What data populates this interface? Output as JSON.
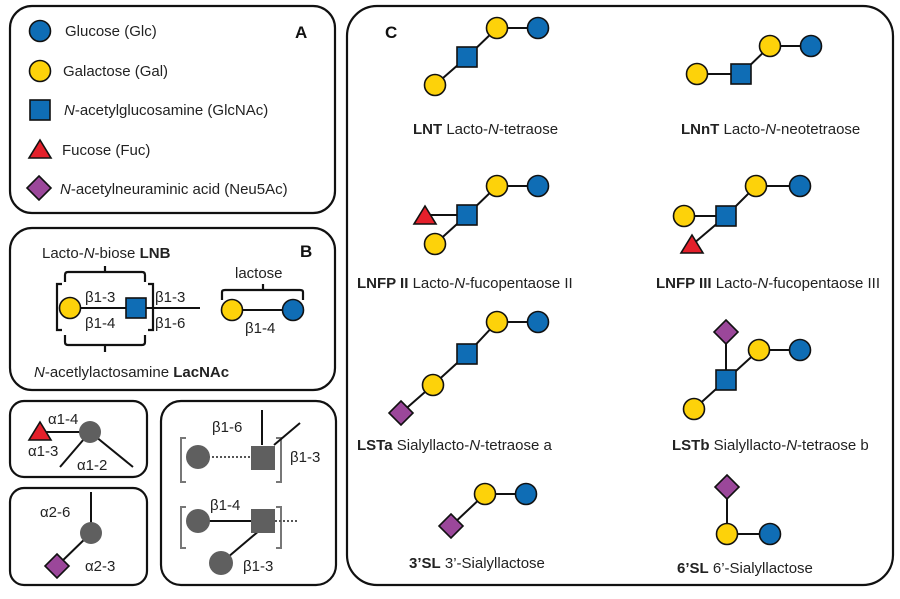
{
  "colors": {
    "glucose": "#0f6db5",
    "galactose": "#fdd20a",
    "glcnac": "#0f6db5",
    "fucose": "#e4202b",
    "neu5ac": "#9b479a",
    "generic": "#5f5f5f"
  },
  "panelA": {
    "letter": "A",
    "legend": [
      {
        "symbol": "blue-circle-icon",
        "text": "Glucose (Glc)"
      },
      {
        "symbol": "yellow-circle-icon",
        "text": "Galactose (Gal)"
      },
      {
        "symbol": "blue-square-icon",
        "prefix": "N",
        "text": "-acetylglucosamine (GlcNAc)"
      },
      {
        "symbol": "red-triangle-icon",
        "text": "Fucose (Fuc)"
      },
      {
        "symbol": "purple-diamond-icon",
        "prefix": "N",
        "text": "-acetylneuraminic acid (Neu5Ac)"
      }
    ]
  },
  "panelB": {
    "letter": "B",
    "lnb_pre": "Lacto-",
    "lnb_n": "N",
    "lnb_post": "-biose ",
    "lnb_abbr": "LNB",
    "lacnac_n": "N",
    "lacnac_post": "-acetlylactosamine ",
    "lacnac_abbr": "LacNAc",
    "link_inner_top": "β1-3",
    "link_inner_bottom": "β1-4",
    "link_outer_top": "β1-3",
    "link_outer_bottom": "β1-6",
    "lactose_label": "lactose",
    "lactose_link": "β1-4"
  },
  "fucoseLinks": {
    "top": "α1-4",
    "left": "α1-3",
    "right": "α1-2"
  },
  "sialicLinks": {
    "top": "α2-6",
    "bottom": "α2-3"
  },
  "coreLinks": {
    "upper_top": "β1-6",
    "upper_right": "β1-3",
    "lower_top": "β1-4",
    "lower_bottom": "β1-3"
  },
  "panelC": {
    "letter": "C",
    "structures": [
      {
        "abbr": "LNT",
        "pre": " Lacto-",
        "n": "N",
        "post": "-tetraose"
      },
      {
        "abbr": "LNnT",
        "pre": " Lacto-",
        "n": "N",
        "post": "-neotetraose"
      },
      {
        "abbr": "LNFP II",
        "pre": " Lacto-",
        "n": "N",
        "post": "-fucopentaose II"
      },
      {
        "abbr": "LNFP III",
        "pre": " Lacto-",
        "n": "N",
        "post": "-fucopentaose III"
      },
      {
        "abbr": "LSTa",
        "pre": " Sialyllacto-",
        "n": "N",
        "post": "-tetraose a"
      },
      {
        "abbr": "LSTb",
        "pre": " Sialyllacto-",
        "n": "N",
        "post": "-tetraose b"
      },
      {
        "abbr": "3’SL",
        "pre": " 3’-Sialyllactose",
        "n": "",
        "post": ""
      },
      {
        "abbr": "6’SL",
        "pre": " 6’-Sialyllactose",
        "n": "",
        "post": ""
      }
    ]
  }
}
